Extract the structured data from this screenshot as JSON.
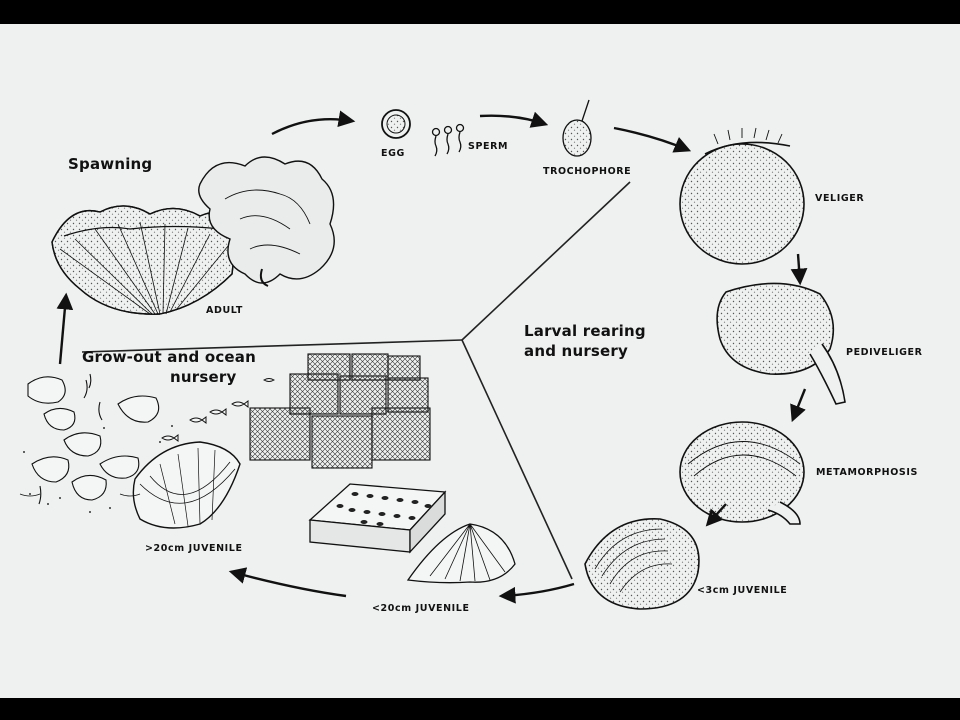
{
  "labels": {
    "spawning": "Spawning",
    "egg": "EGG",
    "sperm": "SPERM",
    "trochophore": "TROCHOPHORE",
    "veliger": "VELIGER",
    "adult": "ADULT",
    "larval_rearing": "Larval rearing",
    "and_nursery": "and nursery",
    "pediveliger": "PEDIVELIGER",
    "grow_out": "Grow-out and ocean",
    "nursery": "nursery",
    "metamorphosis": "METAMORPHOSIS",
    "juvenile_gt20": ">20cm JUVENILE",
    "juvenile_lt3": "<3cm JUVENILE",
    "juvenile_lt20": "<20cm JUVENILE"
  },
  "colors": {
    "background": "#eef1f0",
    "ink": "#111111",
    "frame": "#000000"
  },
  "icons": [
    "giant-clam-adult-icon",
    "egg-icon",
    "sperm-icon",
    "trochophore-icon",
    "veliger-icon",
    "pediveliger-icon",
    "metamorphosis-icon",
    "juvenile-3cm-icon",
    "juvenile-20cm-icon",
    "juvenile-gt20cm-icon",
    "nursery-tray-icon",
    "ocean-cages-icon",
    "grow-out-clams-icon",
    "fish-icon",
    "cycle-arrow-icon"
  ]
}
